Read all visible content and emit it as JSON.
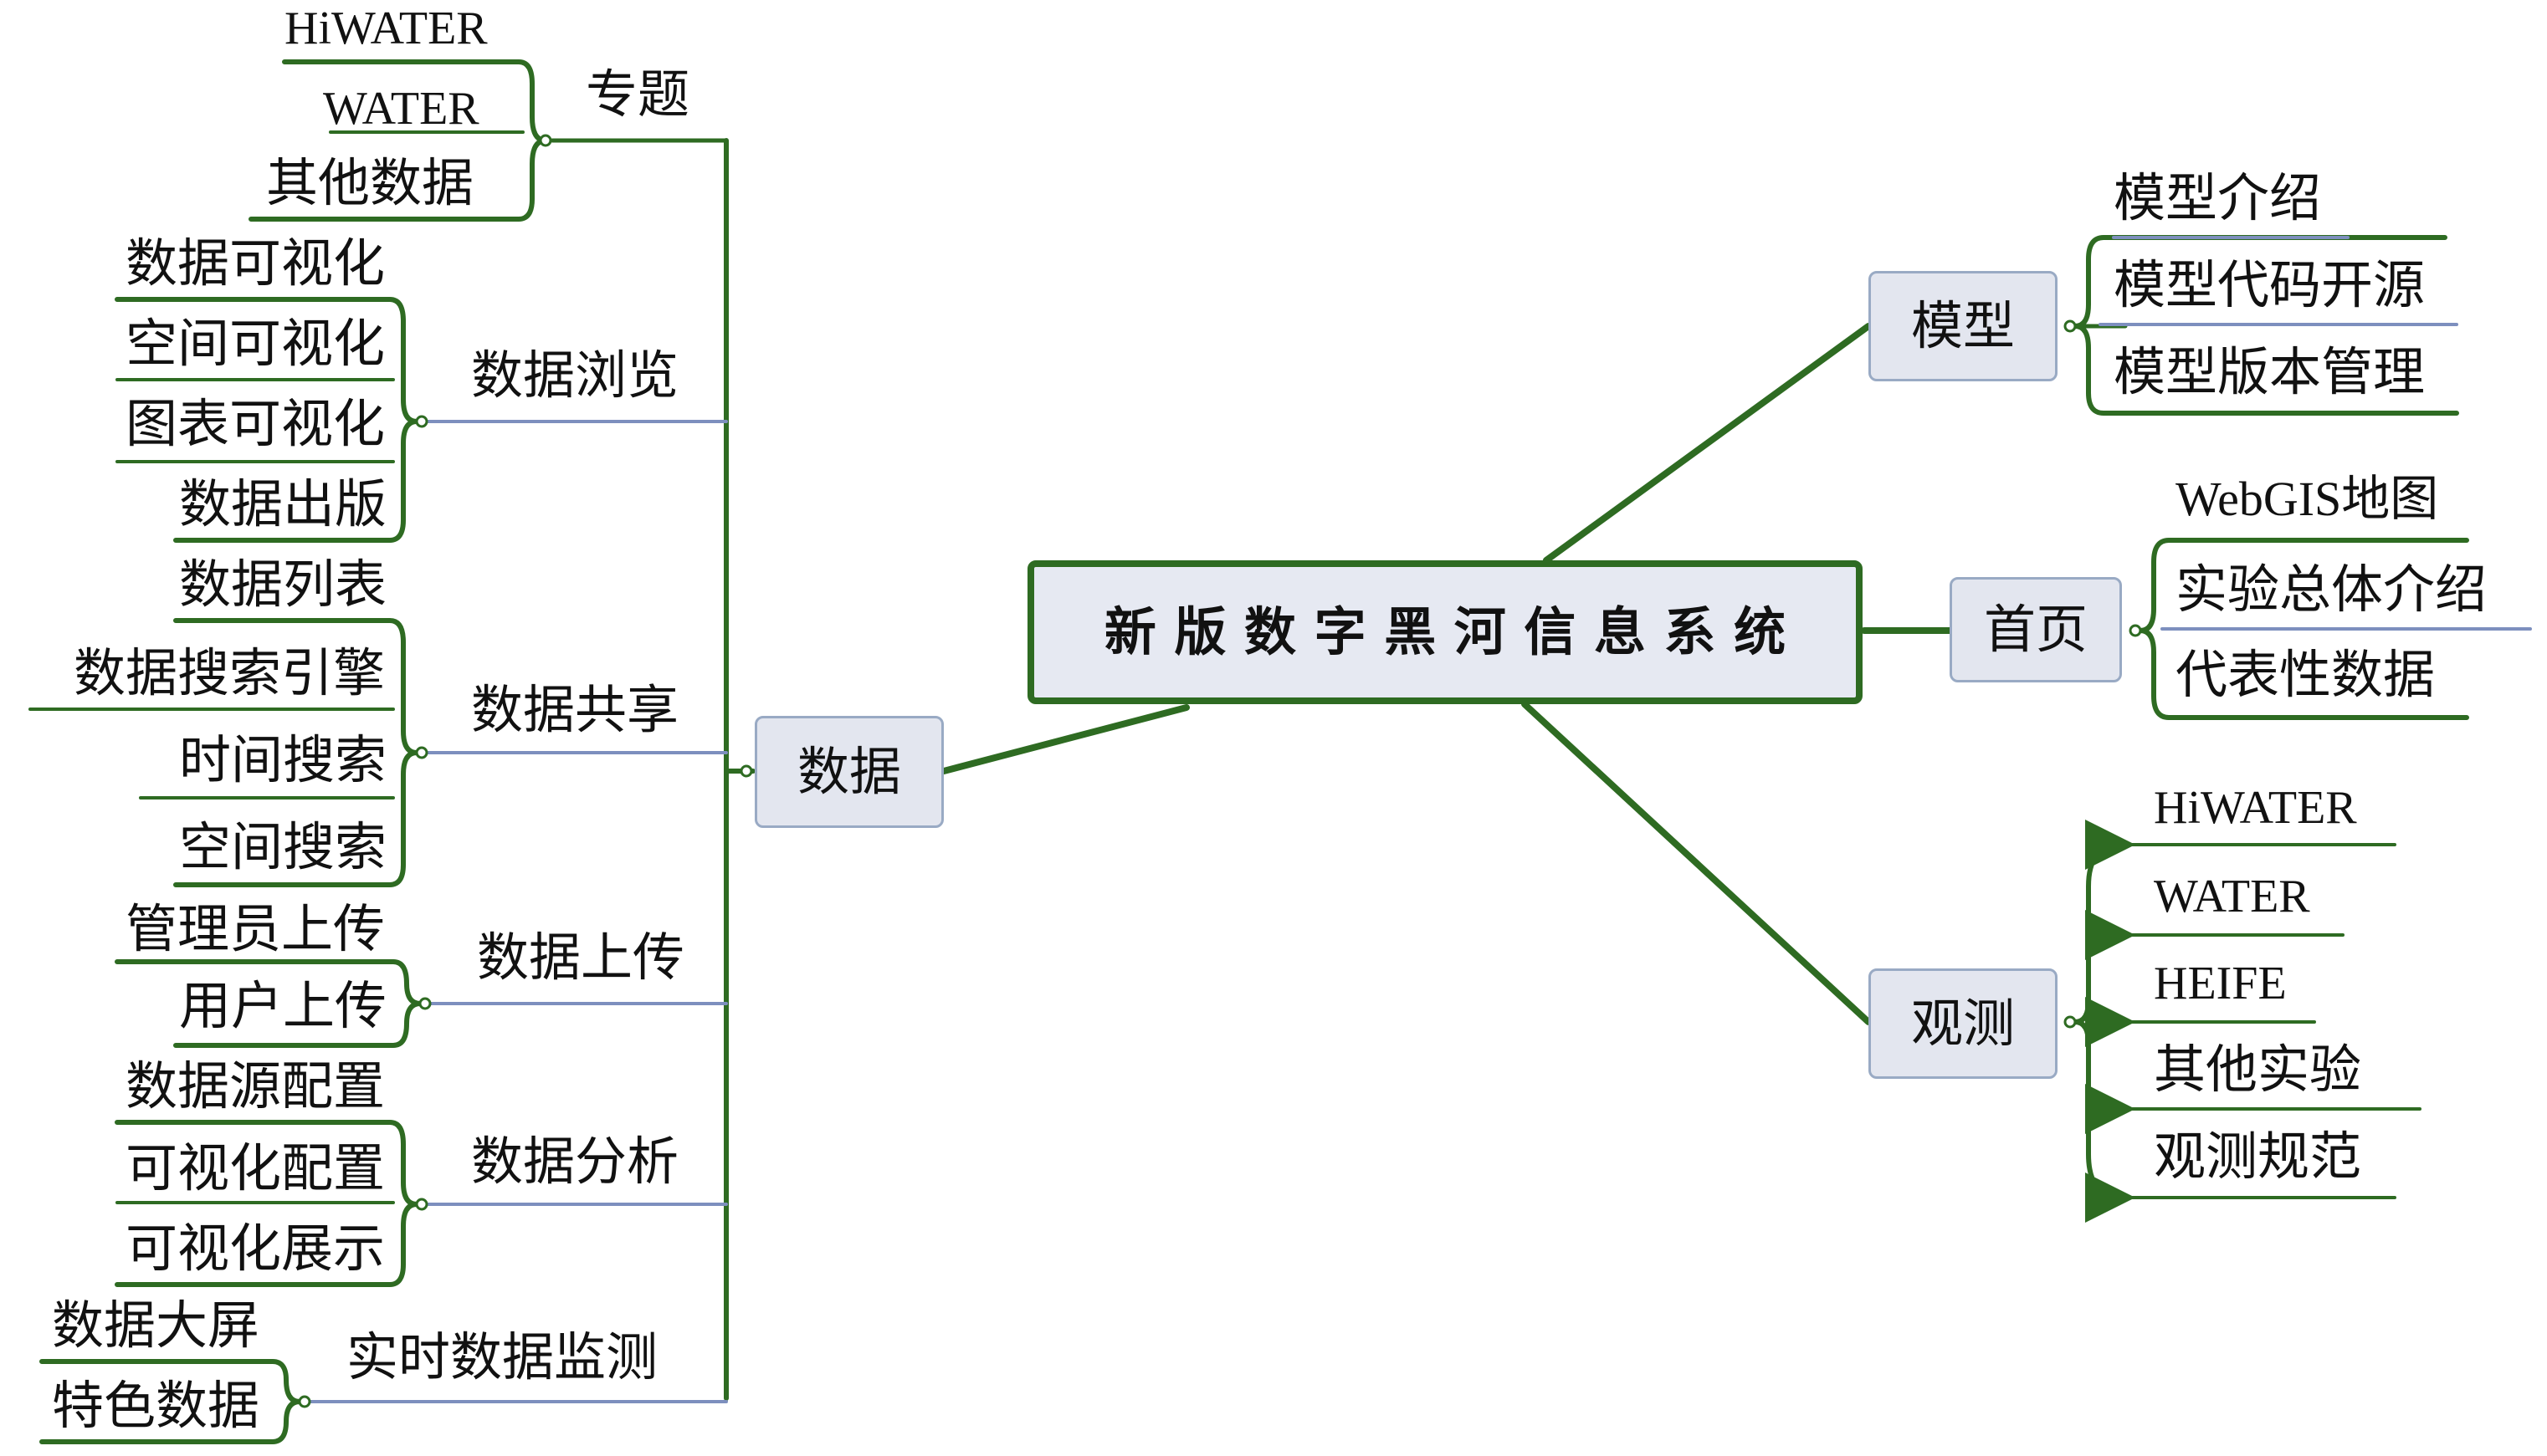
{
  "central": "新 版 数 字 黑 河 信 息 系 统",
  "shuju": {
    "label": "数据",
    "groups": {
      "zhuanti": {
        "label": "专题",
        "items": [
          "HiWATER",
          "WATER",
          "其他数据"
        ]
      },
      "liulan": {
        "label": "数据浏览",
        "items": [
          "数据可视化",
          "空间可视化",
          "图表可视化",
          "数据出版"
        ]
      },
      "gongxiang": {
        "label": "数据共享",
        "items": [
          "数据列表",
          "数据搜索引擎",
          "时间搜索",
          "空间搜索"
        ]
      },
      "shangchuan": {
        "label": "数据上传",
        "items": [
          "管理员上传",
          "用户上传"
        ]
      },
      "fenxi": {
        "label": "数据分析",
        "items": [
          "数据源配置",
          "可视化配置",
          "可视化展示"
        ]
      },
      "jiance": {
        "label": "实时数据监测",
        "items": [
          "数据大屏",
          "特色数据"
        ]
      }
    }
  },
  "moxing": {
    "label": "模型",
    "items": [
      "模型介绍",
      "模型代码开源",
      "模型版本管理"
    ]
  },
  "shouye": {
    "label": "首页",
    "items": [
      "WebGIS地图",
      "实验总体介绍",
      "代表性数据"
    ]
  },
  "guance": {
    "label": "观测",
    "items": [
      "HiWATER",
      "WATER",
      "HEIFE",
      "其他实验",
      "观测规范"
    ]
  },
  "colors": {
    "branch": "#2e6b22",
    "underline_blue": "#7d8fbe",
    "box_fill": "#e3e6ef",
    "box_border": "#99aac4"
  }
}
